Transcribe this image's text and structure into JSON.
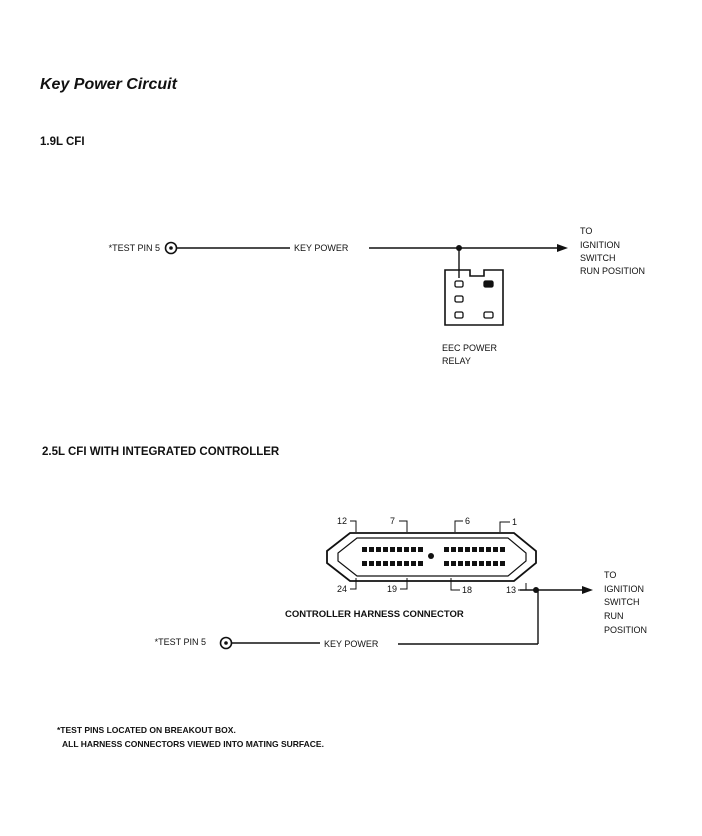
{
  "page_title": "Key Power Circuit",
  "section1": {
    "heading": "1.9L  CFI",
    "test_pin": "*TEST PIN 5",
    "wire_label": "KEY POWER",
    "destination": [
      "TO",
      "IGNITION",
      "SWITCH",
      "RUN POSITION"
    ],
    "relay_label": [
      "EEC POWER",
      "RELAY"
    ]
  },
  "section2": {
    "heading": "2.5L  CFI  WITH  INTEGRATED  CONTROLLER",
    "pin_numbers_top": [
      "12",
      "7",
      "6",
      "1"
    ],
    "pin_numbers_bottom": [
      "24",
      "19",
      "18",
      "13"
    ],
    "connector_label": "CONTROLLER HARNESS CONNECTOR",
    "test_pin": "*TEST PIN 5",
    "wire_label": "KEY POWER",
    "destination": [
      "TO",
      "IGNITION",
      "SWITCH",
      "RUN",
      "POSITION"
    ]
  },
  "footnotes": [
    "*TEST PINS LOCATED ON BREAKOUT BOX.",
    "ALL HARNESS CONNECTORS VIEWED INTO MATING SURFACE."
  ]
}
